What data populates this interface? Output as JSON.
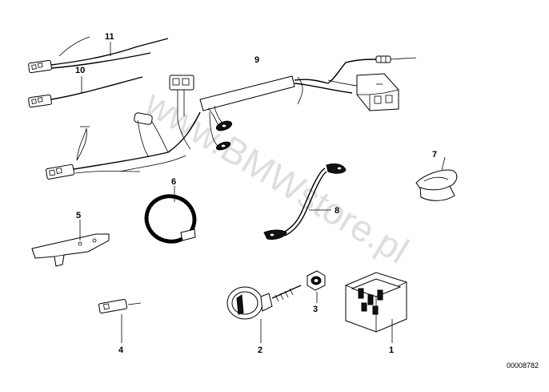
{
  "diagram": {
    "watermark": "www.BMWstore.pl",
    "diagram_code": "00008782",
    "callouts": [
      {
        "id": "callout-1",
        "label": "1"
      },
      {
        "id": "callout-2",
        "label": "2"
      },
      {
        "id": "callout-3",
        "label": "3"
      },
      {
        "id": "callout-4",
        "label": "4"
      },
      {
        "id": "callout-5",
        "label": "5"
      },
      {
        "id": "callout-6",
        "label": "6"
      },
      {
        "id": "callout-7",
        "label": "7"
      },
      {
        "id": "callout-8",
        "label": "8"
      },
      {
        "id": "callout-9",
        "label": "9"
      },
      {
        "id": "callout-10",
        "label": "10"
      },
      {
        "id": "callout-11",
        "label": "11"
      }
    ]
  }
}
